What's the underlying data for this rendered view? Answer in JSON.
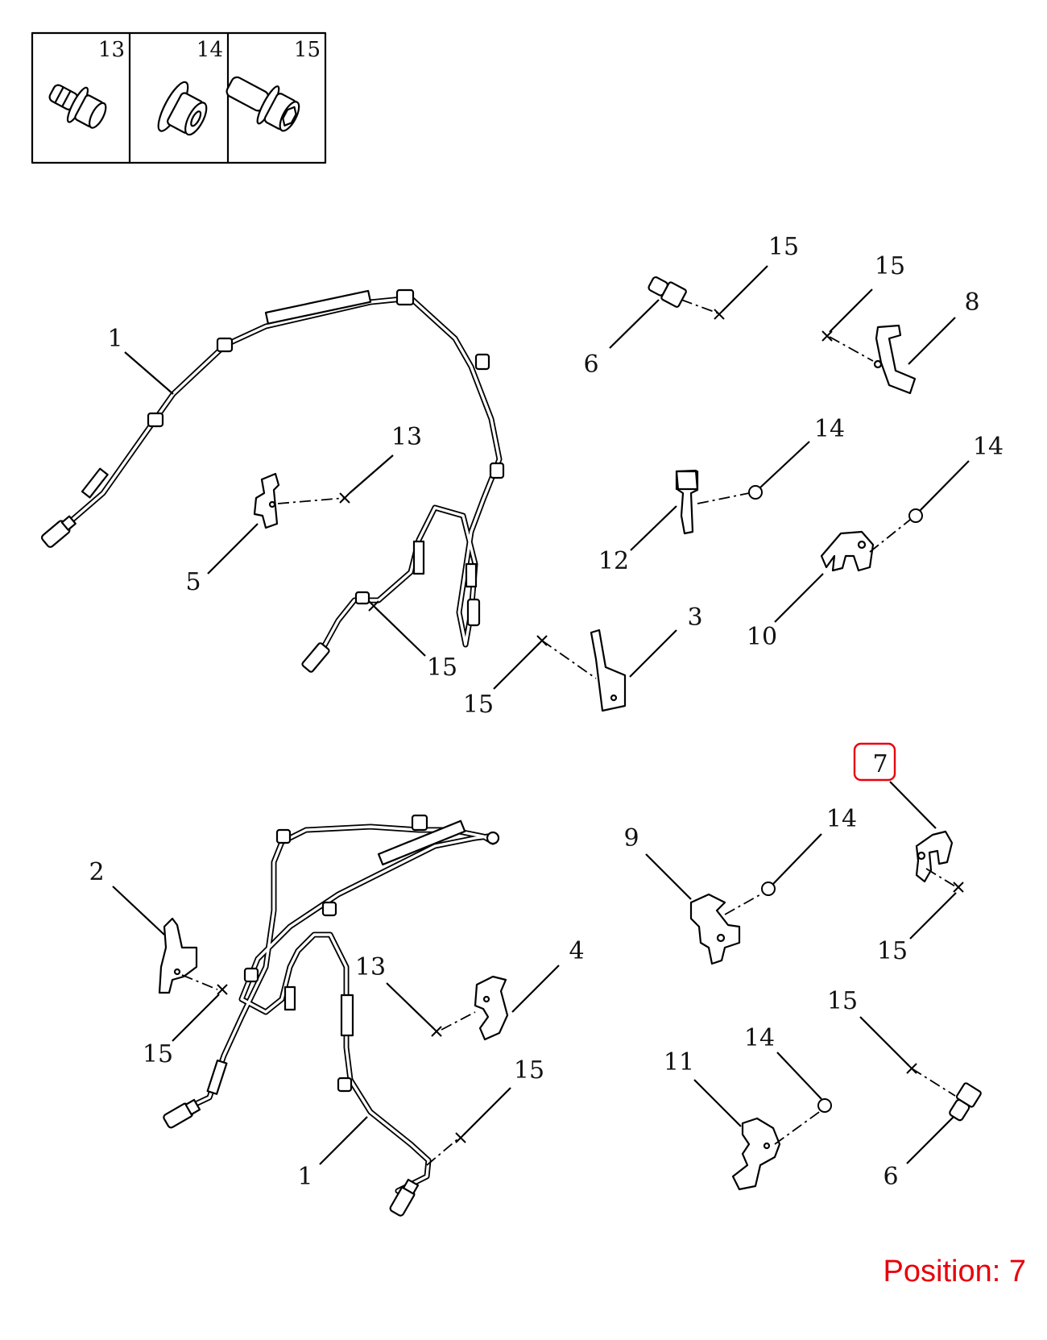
{
  "legend": {
    "items": [
      {
        "number": "13",
        "icon": "flange-bolt-icon"
      },
      {
        "number": "14",
        "icon": "flange-nut-icon"
      },
      {
        "number": "15",
        "icon": "hex-bolt-icon"
      }
    ]
  },
  "callouts": {
    "c1_top": "1",
    "c5": "5",
    "c13_top": "13",
    "c15_harness": "15",
    "c15_bracket3": "15",
    "c3": "3",
    "c6_top": "6",
    "c15_sensor6": "15",
    "c15_bracket8": "15",
    "c8": "8",
    "c14_bracket12": "14",
    "c12": "12",
    "c14_bracket10": "14",
    "c10": "10",
    "c7": "7",
    "c14_bracket9": "14",
    "c9": "9",
    "c15_bracket7": "15",
    "c2": "2",
    "c15_bracket2": "15",
    "c13_bottom": "13",
    "c4": "4",
    "c15_harness_bottom": "15",
    "c1_bottom": "1",
    "c15_sensor6_bottom": "15",
    "c14_bracket11": "14",
    "c11": "11",
    "c6_bottom": "6"
  },
  "highlight": {
    "callout": "7",
    "color": "#e8000b"
  },
  "position_label": "Position: 7"
}
